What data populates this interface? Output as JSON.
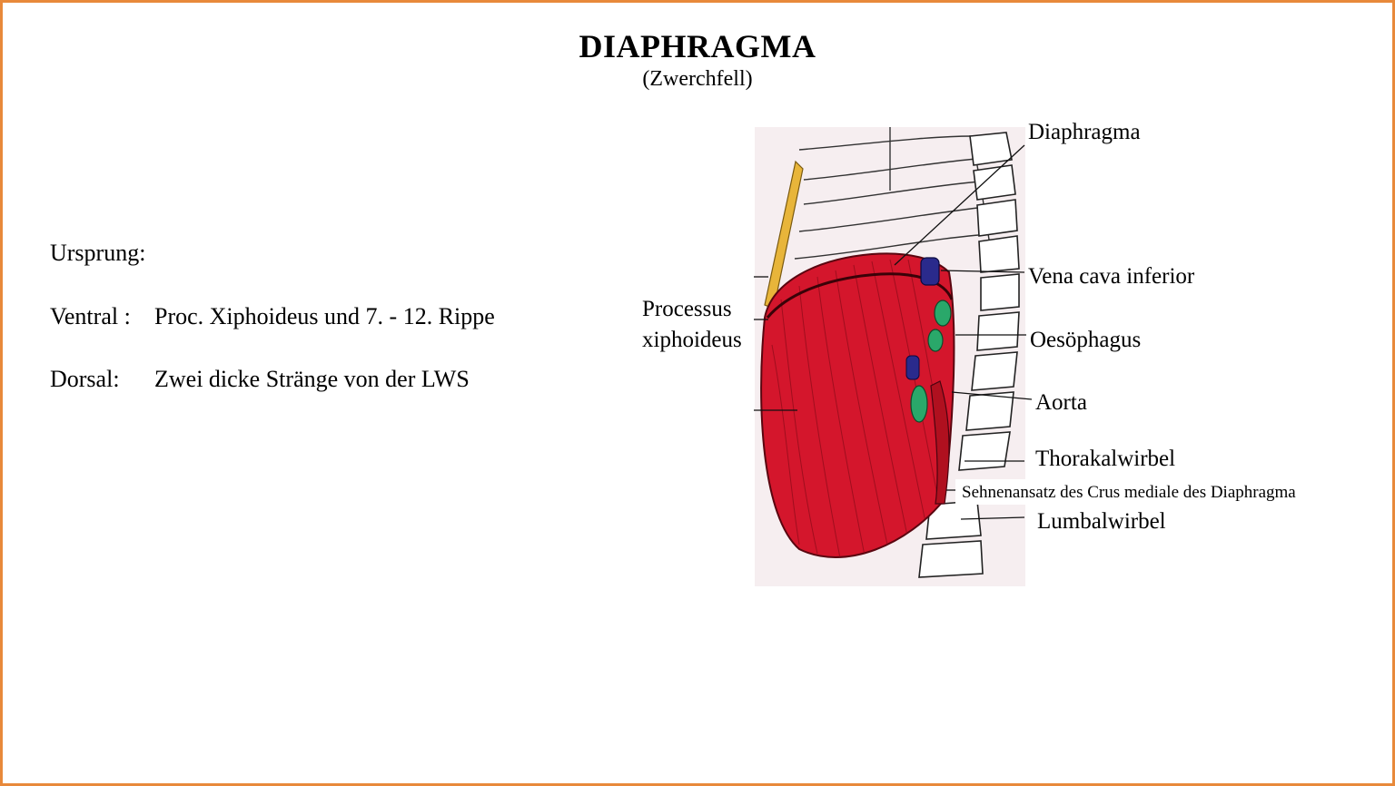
{
  "title": "DIAPHRAGMA",
  "subtitle": "(Zwerchfell)",
  "origin": {
    "heading": "Ursprung:",
    "rows": [
      {
        "label": "Ventral :",
        "text": "Proc. Xiphoideus und 7. - 12. Rippe"
      },
      {
        "label": "Dorsal:",
        "text": "Zwei dicke Stränge von der LWS"
      }
    ]
  },
  "figure": {
    "labels": {
      "diaphragma": "Diaphragma",
      "vena_cava": "Vena cava inferior",
      "oesophagus": "Oesöphagus",
      "aorta": "Aorta",
      "thorakalwirbel": "Thorakalwirbel",
      "sehnenansatz": "Sehnenansatz des Crus mediale des Diaphragma",
      "lumbalwirbel": "Lumbalwirbel",
      "processus_line1": "Processus",
      "processus_line2": "xiphoideus"
    }
  },
  "colors": {
    "frame": "#e8893a",
    "muscle": "#d4162c",
    "muscle_dark": "#8e0c1a",
    "vein": "#2a2a8c",
    "esophagus": "#2aa86a",
    "cartilage": "#e8b53a",
    "paper": "#f6eef0"
  }
}
